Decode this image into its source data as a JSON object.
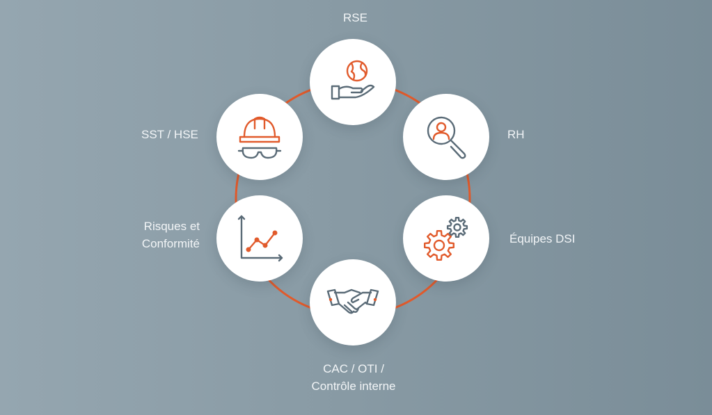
{
  "colors": {
    "accent": "#e15a2b",
    "icon_gray": "#5a6b77",
    "node_fill": "#ffffff",
    "label_text": "#f2f5f7"
  },
  "nodes": [
    {
      "id": "rse",
      "icon": "globe-hand-icon",
      "label_lines": [
        "RSE"
      ]
    },
    {
      "id": "rh",
      "icon": "magnifier-person-icon",
      "label_lines": [
        "RH"
      ]
    },
    {
      "id": "dsi",
      "icon": "gears-icon",
      "label_lines": [
        "Équipes DSI"
      ]
    },
    {
      "id": "cac",
      "icon": "handshake-icon",
      "label_lines": [
        "CAC / OTI /",
        "Contrôle interne"
      ]
    },
    {
      "id": "risques",
      "icon": "line-chart-icon",
      "label_lines": [
        "Risques et",
        "Conformité"
      ]
    },
    {
      "id": "sst",
      "icon": "hard-hat-goggles-icon",
      "label_lines": [
        "SST / HSE"
      ]
    }
  ]
}
